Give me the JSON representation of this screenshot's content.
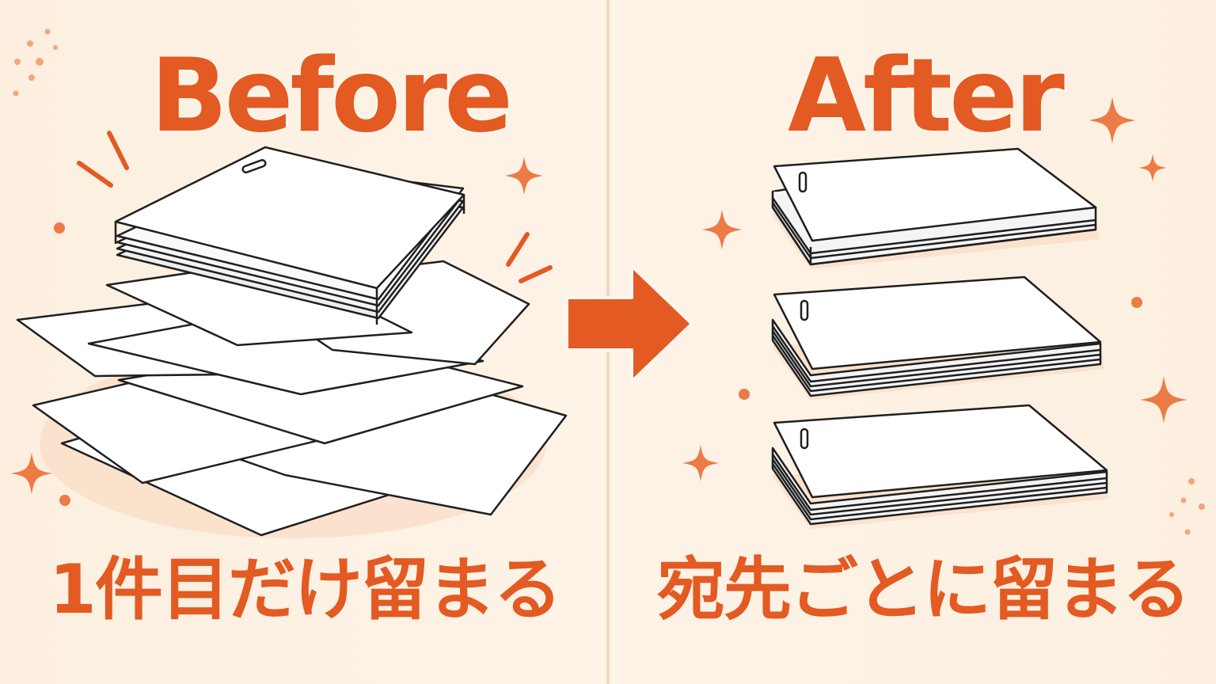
{
  "before": {
    "heading": "Before",
    "caption": "1件目だけ留まる"
  },
  "after": {
    "heading": "After",
    "caption": "宛先ごとに留まる"
  },
  "colors": {
    "accent": "#e35a22",
    "background": "#fdf0e0",
    "paper": "#ffffff",
    "outline": "#1f1f1f"
  },
  "icons": {
    "arrow": "right-arrow-icon",
    "sparkle": "sparkle-icon",
    "staple": "staple-icon"
  }
}
